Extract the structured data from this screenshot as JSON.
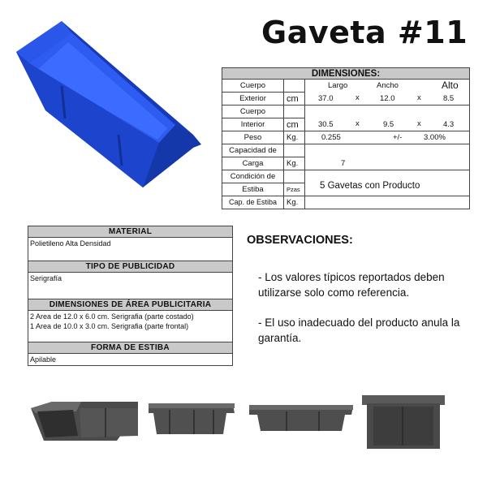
{
  "title": "Gaveta #11",
  "dimensions": {
    "header": "DIMENSIONES:",
    "col_largo": "Largo",
    "col_ancho": "Ancho",
    "col_alto": "Alto",
    "exterior_label_1": "Cuerpo",
    "exterior_label_2": "Exterior",
    "exterior_unit": "cm",
    "exterior_largo": "37.0",
    "exterior_ancho": "12.0",
    "exterior_alto": "8.5",
    "interior_label_1": "Cuerpo",
    "interior_label_2": "Interior",
    "interior_unit": "cm",
    "interior_largo": "30.5",
    "interior_ancho": "9.5",
    "interior_alto": "4.3",
    "times": "x",
    "peso_label": "Peso",
    "peso_unit": "Kg.",
    "peso_value": "0.255",
    "peso_tol_sign": "+/-",
    "peso_tol": "3.00%",
    "capacidad_label_1": "Capacidad de",
    "capacidad_label_2": "Carga",
    "capacidad_unit": "Kg.",
    "capacidad_value": "7",
    "estiba_label_1": "Condición de",
    "estiba_label_2": "Estiba",
    "estiba_unit": "Pzas",
    "estiba_value": "5  Gavetas con Producto",
    "cap_estiba_label": "Cap. de Estiba",
    "cap_estiba_unit": "Kg."
  },
  "info": {
    "material_header": "MATERIAL",
    "material_value": "Polietileno Alta Densidad",
    "publicidad_header": "TIPO DE PUBLICIDAD",
    "publicidad_value": "Serigrafía",
    "area_header": "DIMENSIONES DE ÁREA PUBLICITARIA",
    "area_line_1": "2 Area de 12.0 x 6.0 cm. Serigrafia (parte costado)",
    "area_line_2": "1 Area de 10.0 x 3.0 cm. Serigrafia (parte frontal)",
    "estiba_header": "FORMA DE ESTIBA",
    "estiba_value": "Apilable"
  },
  "observaciones": {
    "title": "OBSERVACIONES:",
    "item_1": "- Los valores típicos reportados deben utilizarse solo como referencia.",
    "item_2": "- El uso inadecuado  del producto anula la garantía."
  },
  "colors": {
    "bin_blue": "#1f47d6",
    "bin_gray": "#4a4a4a",
    "header_gray": "#c9c9c9"
  }
}
